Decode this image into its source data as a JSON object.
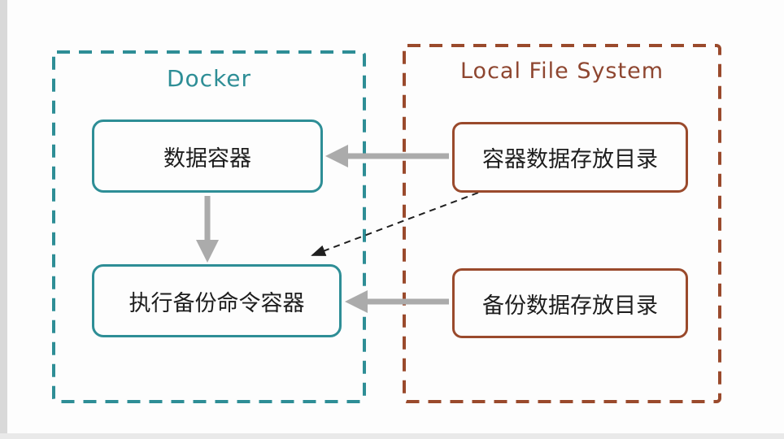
{
  "diagram": {
    "docker": {
      "label": "Docker",
      "data_container": "数据容器",
      "backup_command_container": "执行备份命令容器"
    },
    "local_fs": {
      "label": "Local File System",
      "container_data_dir": "容器数据存放目录",
      "backup_data_dir": "备份数据存放目录"
    },
    "arrows": [
      {
        "name": "container-data-dir-to-data-container",
        "style": "solid-gray"
      },
      {
        "name": "data-container-to-backup-command-container",
        "style": "solid-gray"
      },
      {
        "name": "backup-data-dir-to-backup-command-container",
        "style": "solid-gray"
      },
      {
        "name": "container-data-dir-to-backup-command-container",
        "style": "dashed-black"
      }
    ],
    "colors": {
      "docker_accent": "#2e8e96",
      "local_fs_accent": "#9a4a2c",
      "arrow_gray": "#ababab",
      "dashed_arrow": "#1f1f1f",
      "text": "#1d1d1d",
      "background": "#fdfdfd"
    }
  }
}
